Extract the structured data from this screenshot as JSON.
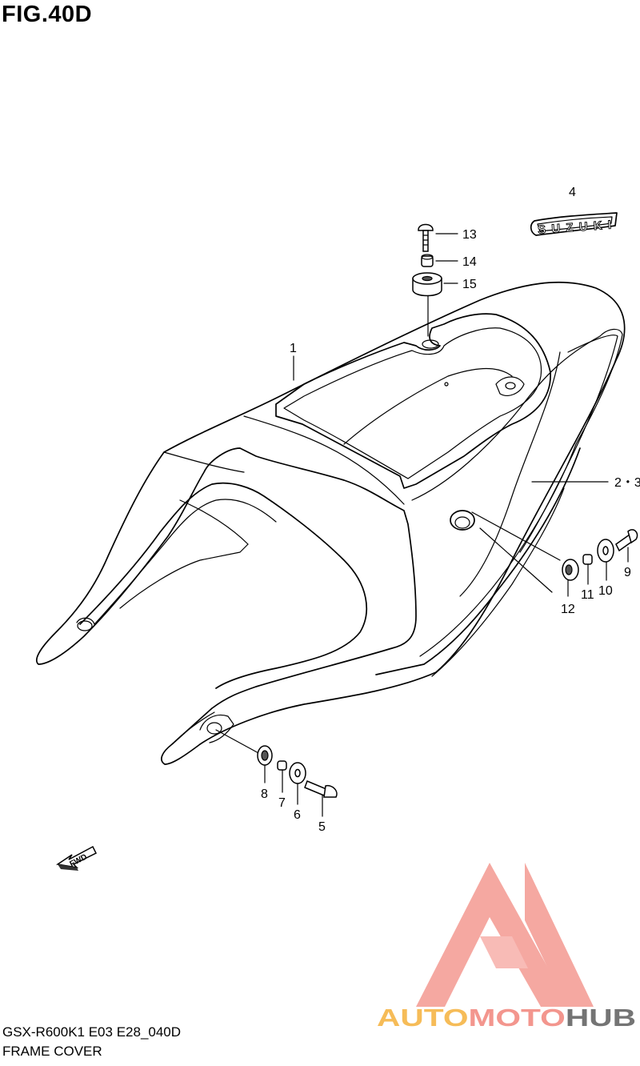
{
  "figure": {
    "title": "FIG.40D",
    "model_code": "GSX-R600K1 E03 E28_040D",
    "section_name": "FRAME COVER"
  },
  "labels": {
    "l1": "1",
    "l23": "2・3",
    "l4": "4",
    "l5": "5",
    "l6": "6",
    "l7": "7",
    "l8": "8",
    "l9": "9",
    "l10": "10",
    "l11": "11",
    "l12": "12",
    "l13": "13",
    "l14": "14",
    "l15": "15"
  },
  "emblem_text": "SUZUKI",
  "fwd_text": "FWD",
  "watermark": {
    "part1": "AUTO",
    "part2": "MOTO",
    "part3": "HUB",
    "colors": {
      "triangle": "#f28b82",
      "auto": "#f6b547",
      "moto": "#f28b82",
      "hub": "#666666"
    }
  }
}
